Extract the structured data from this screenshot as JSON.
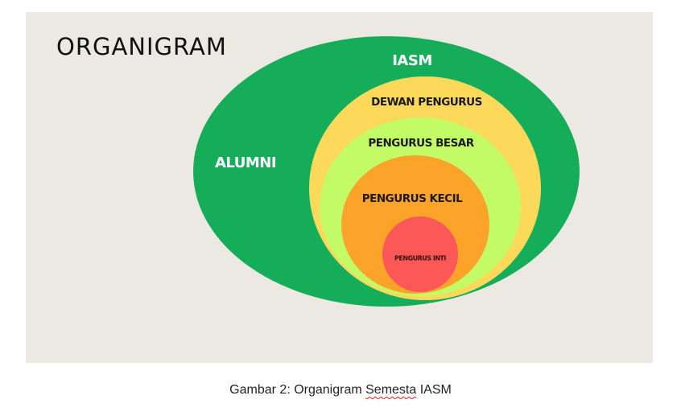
{
  "figure": {
    "title": "ORGANIGRAM",
    "layers": [
      {
        "label": "IASM",
        "color": "#16ad5a",
        "text_color": "#ffffff"
      },
      {
        "label": "DEWAN PENGURUS",
        "color": "#fcd95a",
        "text_color": "#1a1a1a"
      },
      {
        "label": "PENGURUS BESAR",
        "color": "#c3fb67",
        "text_color": "#1a1a1a"
      },
      {
        "label": "PENGURUS KECIL",
        "color": "#fca42a",
        "text_color": "#1a1a1a"
      },
      {
        "label": "PENGURUS INTI",
        "color": "#fc5858",
        "text_color": "#1a1a1a"
      }
    ],
    "outer_label": "ALUMNI",
    "background": "#ece9e2"
  },
  "caption": {
    "prefix": "Gambar 2: Organigram ",
    "misspelled": "Semesta",
    "suffix": " IASM"
  }
}
